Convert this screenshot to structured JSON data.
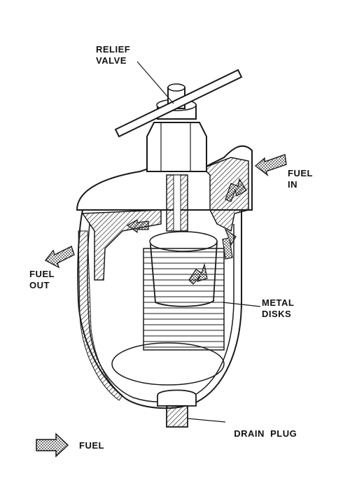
{
  "labels": {
    "relief_valve_line1": "RELIEF",
    "relief_valve_line2": "VALVE",
    "fuel_in_line1": "FUEL",
    "fuel_in_line2": "IN",
    "fuel_out_line1": "FUEL",
    "fuel_out_line2": "OUT",
    "metal_disks_line1": "METAL",
    "metal_disks_line2": "DISKS",
    "drain_plug": "DRAIN  PLUG",
    "legend_fuel": "FUEL"
  },
  "colors": {
    "ink": "#1a1a1a",
    "background": "#ffffff"
  }
}
